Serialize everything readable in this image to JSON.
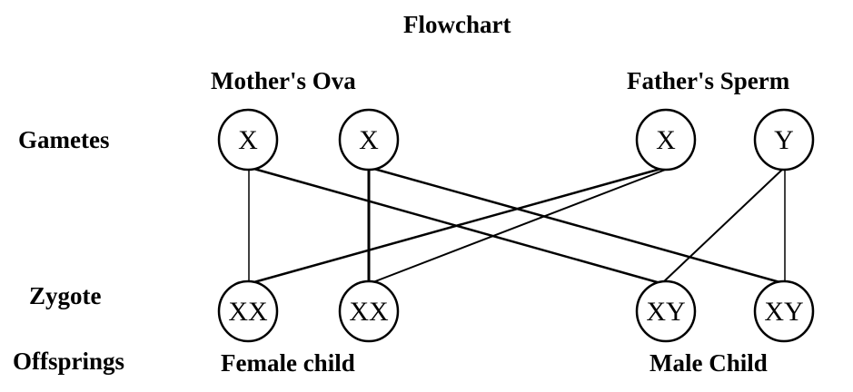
{
  "title": "Flowchart",
  "headers": {
    "mother": "Mother's Ova",
    "father": "Father's Sperm"
  },
  "row_labels": {
    "gametes": "Gametes",
    "zygote": "Zygote",
    "offsprings": "Offsprings"
  },
  "gametes": [
    "X",
    "X",
    "X",
    "Y"
  ],
  "zygotes": [
    "XX",
    "XX",
    "XY",
    "XY"
  ],
  "offspring_labels": {
    "female": "Female child",
    "male": "Male Child"
  }
}
